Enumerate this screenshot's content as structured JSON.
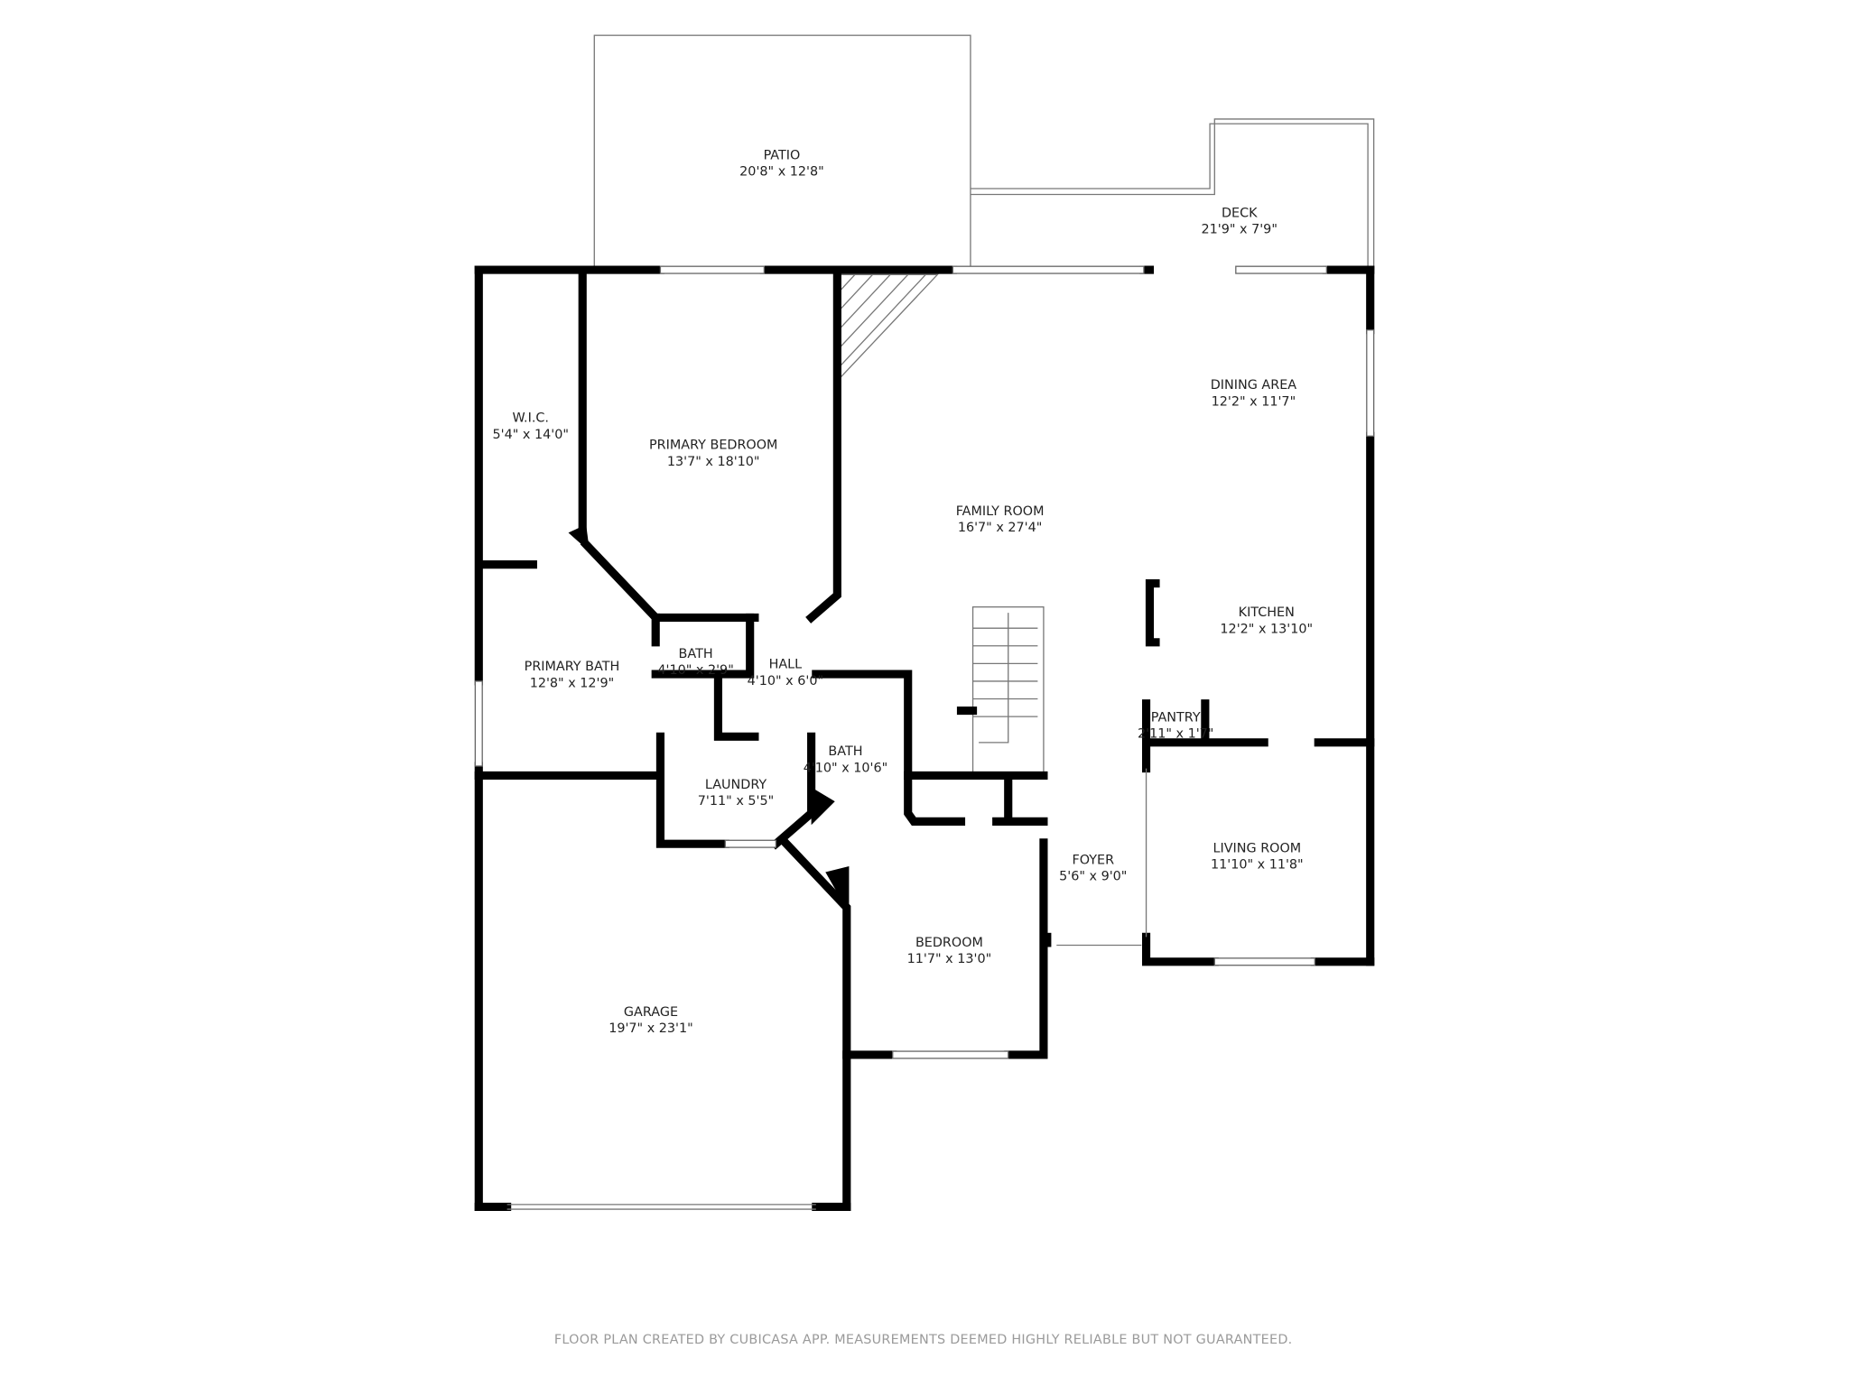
{
  "rooms": [
    {
      "name": "PATIO",
      "size": "20'8\" x 12'8\""
    },
    {
      "name": "DECK",
      "size": "21'9\" x 7'9\""
    },
    {
      "name": "W.I.C.",
      "size": "5'4\" x 14'0\""
    },
    {
      "name": "PRIMARY BEDROOM",
      "size": "13'7\" x 18'10\""
    },
    {
      "name": "DINING AREA",
      "size": "12'2\" x 11'7\""
    },
    {
      "name": "FAMILY ROOM",
      "size": "16'7\" x 27'4\""
    },
    {
      "name": "KITCHEN",
      "size": "12'2\" x 13'10\""
    },
    {
      "name": "BATH",
      "size": "4'10\" x 2'9\""
    },
    {
      "name": "HALL",
      "size": "4'10\" x 6'0\""
    },
    {
      "name": "PRIMARY BATH",
      "size": "12'8\" x 12'9\""
    },
    {
      "name": "PANTRY",
      "size": "2'11\" x 1'7\""
    },
    {
      "name": "BATH",
      "size": "4'10\" x 10'6\""
    },
    {
      "name": "LAUNDRY",
      "size": "7'11\" x 5'5\""
    },
    {
      "name": "LIVING ROOM",
      "size": "11'10\" x 11'8\""
    },
    {
      "name": "FOYER",
      "size": "5'6\" x 9'0\""
    },
    {
      "name": "BEDROOM",
      "size": "11'7\" x 13'0\""
    },
    {
      "name": "GARAGE",
      "size": "19'7\" x 23'1\""
    }
  ],
  "footer": "FLOOR PLAN CREATED BY CUBICASA APP. MEASUREMENTS DEEMED HIGHLY RELIABLE BUT NOT GUARANTEED.",
  "colors": {
    "wall": "#000000",
    "outline": "#777777",
    "footer_text": "#9a9a9a"
  }
}
